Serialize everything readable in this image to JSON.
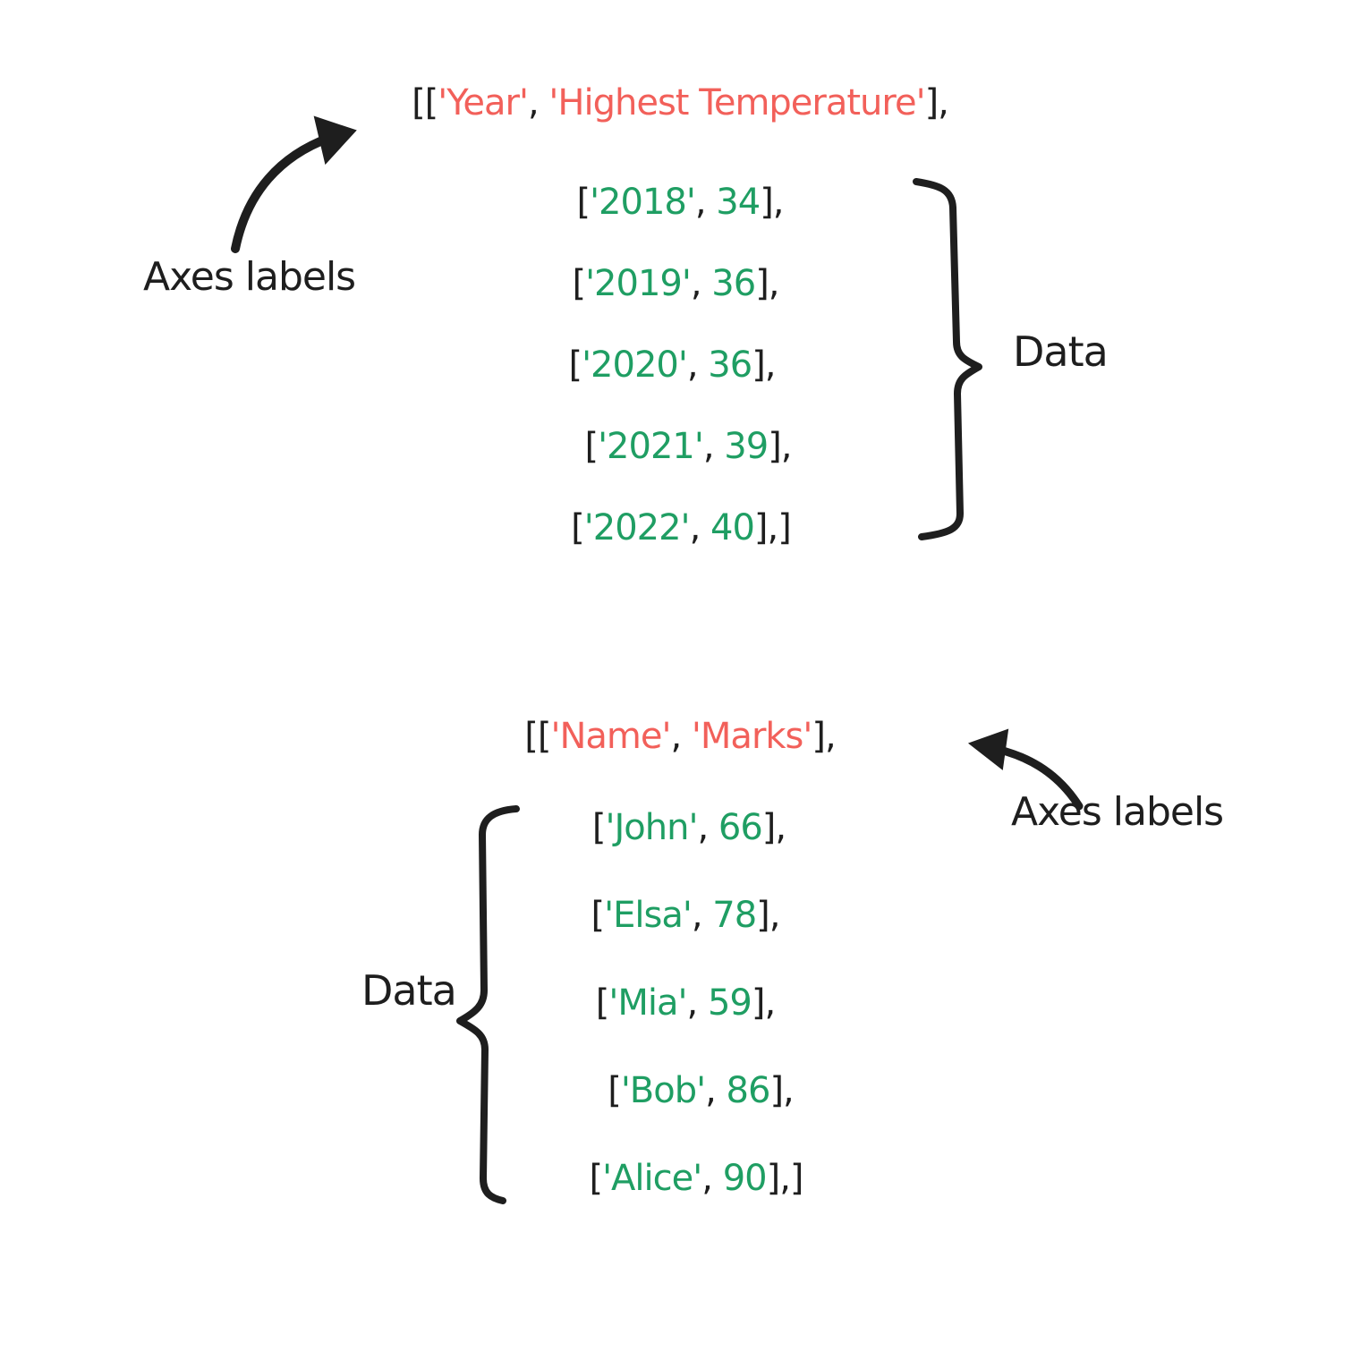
{
  "palette": {
    "label_color": "#f2605a",
    "value_color": "#1f9e63",
    "ink_color": "#1e1e1e",
    "background": "#ffffff"
  },
  "icons": {
    "top_arrow": "curved-arrow-up-right",
    "bottom_arrow": "curved-arrow-up-left",
    "top_brace": "right-curly-brace",
    "bottom_brace": "left-curly-brace"
  },
  "annotations": {
    "top": {
      "axes_label": "Axes labels",
      "data_label": "Data"
    },
    "bottom": {
      "axes_label": "Axes labels",
      "data_label": "Data"
    }
  },
  "snippets": [
    {
      "id": "year-temperature",
      "header": [
        {
          "t": "[[",
          "r": "ink"
        },
        {
          "t": "'Year'",
          "r": "label"
        },
        {
          "t": ", ",
          "r": "ink"
        },
        {
          "t": "'Highest Temperature'",
          "r": "label"
        },
        {
          "t": "],",
          "r": "ink"
        }
      ],
      "rows": [
        [
          {
            "t": "[",
            "r": "ink"
          },
          {
            "t": "'2018'",
            "r": "value"
          },
          {
            "t": ", ",
            "r": "ink"
          },
          {
            "t": "34",
            "r": "value"
          },
          {
            "t": "],",
            "r": "ink"
          }
        ],
        [
          {
            "t": "[",
            "r": "ink"
          },
          {
            "t": "'2019'",
            "r": "value"
          },
          {
            "t": ", ",
            "r": "ink"
          },
          {
            "t": "36",
            "r": "value"
          },
          {
            "t": "],",
            "r": "ink"
          }
        ],
        [
          {
            "t": "[",
            "r": "ink"
          },
          {
            "t": "'2020'",
            "r": "value"
          },
          {
            "t": ", ",
            "r": "ink"
          },
          {
            "t": "36",
            "r": "value"
          },
          {
            "t": "],",
            "r": "ink"
          }
        ],
        [
          {
            "t": "[",
            "r": "ink"
          },
          {
            "t": "'2021'",
            "r": "value"
          },
          {
            "t": ", ",
            "r": "ink"
          },
          {
            "t": "39",
            "r": "value"
          },
          {
            "t": "],",
            "r": "ink"
          }
        ],
        [
          {
            "t": "[",
            "r": "ink"
          },
          {
            "t": "'2022'",
            "r": "value"
          },
          {
            "t": ", ",
            "r": "ink"
          },
          {
            "t": "40",
            "r": "value"
          },
          {
            "t": "],]",
            "r": "ink"
          }
        ]
      ]
    },
    {
      "id": "name-marks",
      "header": [
        {
          "t": "[[",
          "r": "ink"
        },
        {
          "t": "'Name'",
          "r": "label"
        },
        {
          "t": ", ",
          "r": "ink"
        },
        {
          "t": "'Marks'",
          "r": "label"
        },
        {
          "t": "],",
          "r": "ink"
        }
      ],
      "rows": [
        [
          {
            "t": "[",
            "r": "ink"
          },
          {
            "t": "'John'",
            "r": "value"
          },
          {
            "t": ", ",
            "r": "ink"
          },
          {
            "t": "66",
            "r": "value"
          },
          {
            "t": "],",
            "r": "ink"
          }
        ],
        [
          {
            "t": "[",
            "r": "ink"
          },
          {
            "t": "'Elsa'",
            "r": "value"
          },
          {
            "t": ", ",
            "r": "ink"
          },
          {
            "t": "78",
            "r": "value"
          },
          {
            "t": "],",
            "r": "ink"
          }
        ],
        [
          {
            "t": "[",
            "r": "ink"
          },
          {
            "t": "'Mia'",
            "r": "value"
          },
          {
            "t": ", ",
            "r": "ink"
          },
          {
            "t": "59",
            "r": "value"
          },
          {
            "t": "],",
            "r": "ink"
          }
        ],
        [
          {
            "t": "[",
            "r": "ink"
          },
          {
            "t": "'Bob'",
            "r": "value"
          },
          {
            "t": ", ",
            "r": "ink"
          },
          {
            "t": "86",
            "r": "value"
          },
          {
            "t": "],",
            "r": "ink"
          }
        ],
        [
          {
            "t": "[",
            "r": "ink"
          },
          {
            "t": "'Alice'",
            "r": "value"
          },
          {
            "t": ", ",
            "r": "ink"
          },
          {
            "t": "90",
            "r": "value"
          },
          {
            "t": "],]",
            "r": "ink"
          }
        ]
      ]
    }
  ]
}
